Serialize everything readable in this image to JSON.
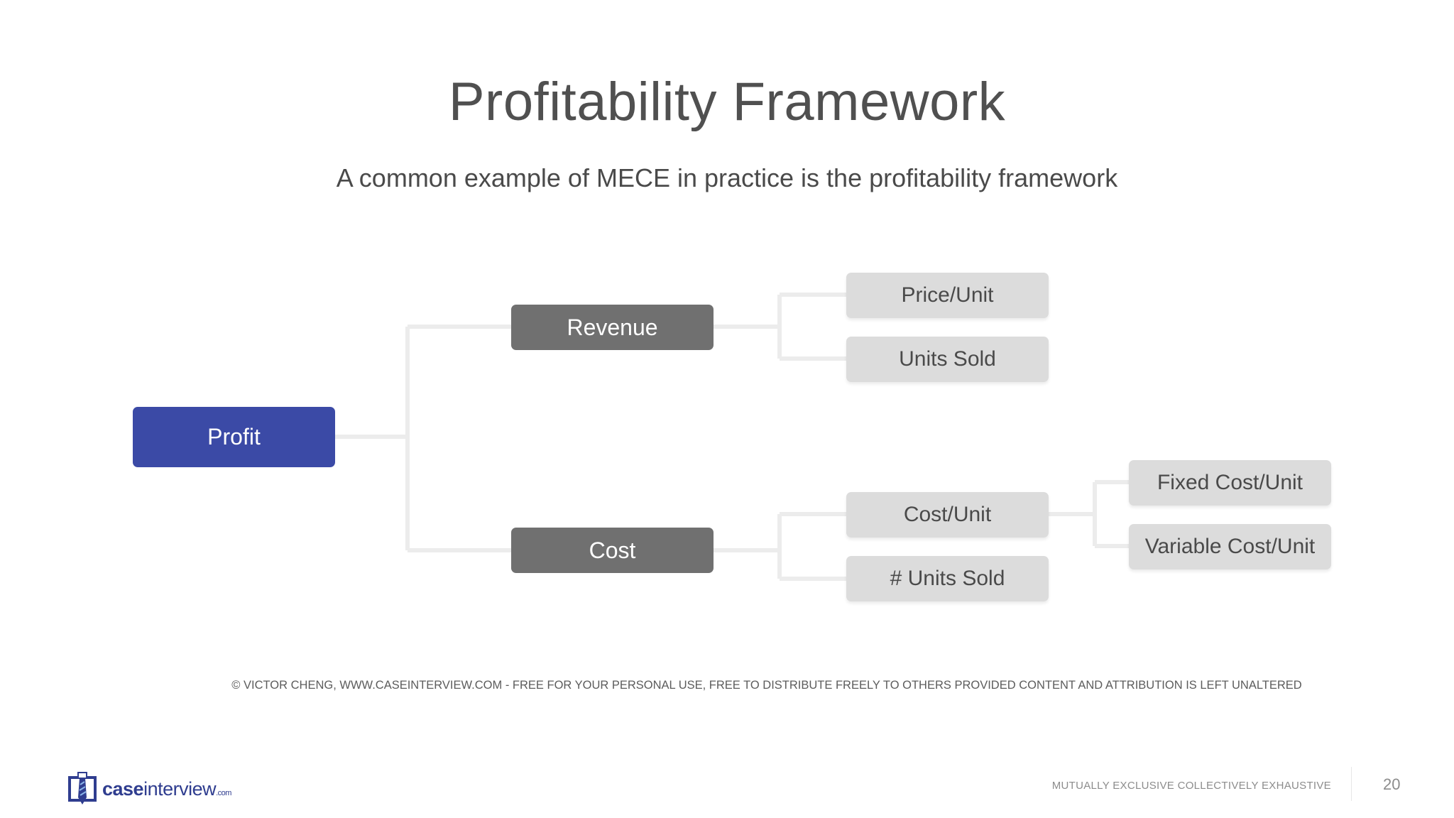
{
  "slide": {
    "title": "Profitability Framework",
    "subtitle": "A common example of MECE in practice is the profitability framework"
  },
  "diagram": {
    "root": "Profit",
    "revenue": "Revenue",
    "cost": "Cost",
    "price_unit": "Price/Unit",
    "units_sold": "Units Sold",
    "cost_unit": "Cost/Unit",
    "num_units_sold": "# Units Sold",
    "fixed_cost_unit": "Fixed Cost/Unit",
    "variable_cost_unit": "Variable Cost/Unit"
  },
  "copyright": "© VICTOR CHENG, WWW.CASEINTERVIEW.COM - FREE FOR YOUR PERSONAL USE, FREE TO DISTRIBUTE FREELY TO OTHERS PROVIDED CONTENT AND ATTRIBUTION IS LEFT UNALTERED",
  "footer": {
    "logo_bold": "case",
    "logo_rest": "interview",
    "logo_suffix": ".com",
    "tagline": "MUTUALLY EXCLUSIVE COLLECTIVELY EXHAUSTIVE",
    "page_number": "20"
  },
  "colors": {
    "root": "#3b4aa6",
    "mid": "#707070",
    "leaf": "#dcdcdc",
    "connector": "#ececec"
  }
}
